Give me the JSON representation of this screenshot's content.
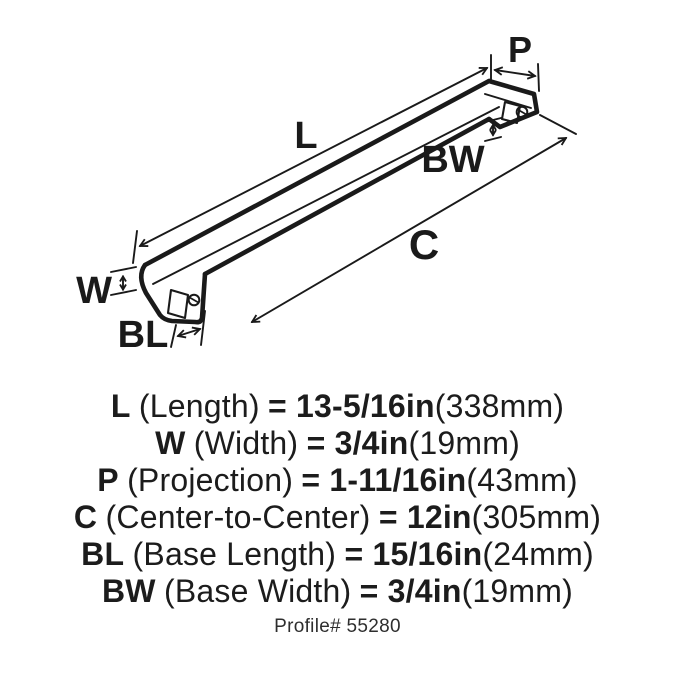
{
  "diagram": {
    "labels": {
      "length": "L",
      "width": "W",
      "projection": "P",
      "center": "C",
      "base_length": "BL",
      "base_width": "BW"
    }
  },
  "dimensions": {
    "rows": [
      {
        "sym": "L",
        "name": "(Length)",
        "val": "= 13-5/16in",
        "metric": "(338mm)"
      },
      {
        "sym": "W",
        "name": "(Width)",
        "val": "= 3/4in",
        "metric": "(19mm)"
      },
      {
        "sym": "P",
        "name": "(Projection)",
        "val": "= 1-11/16in",
        "metric": "(43mm)"
      },
      {
        "sym": "C",
        "name": "(Center-to-Center)",
        "val": "= 12in",
        "metric": "(305mm)"
      },
      {
        "sym": "BL",
        "name": "(Base Length)",
        "val": "= 15/16in",
        "metric": "(24mm)"
      },
      {
        "sym": "BW",
        "name": "(Base Width)",
        "val": "= 3/4in",
        "metric": "(19mm)"
      }
    ],
    "footer": "Profile# 55280"
  },
  "colors": {
    "ink": "#1a1a1a",
    "background": "#ffffff"
  }
}
